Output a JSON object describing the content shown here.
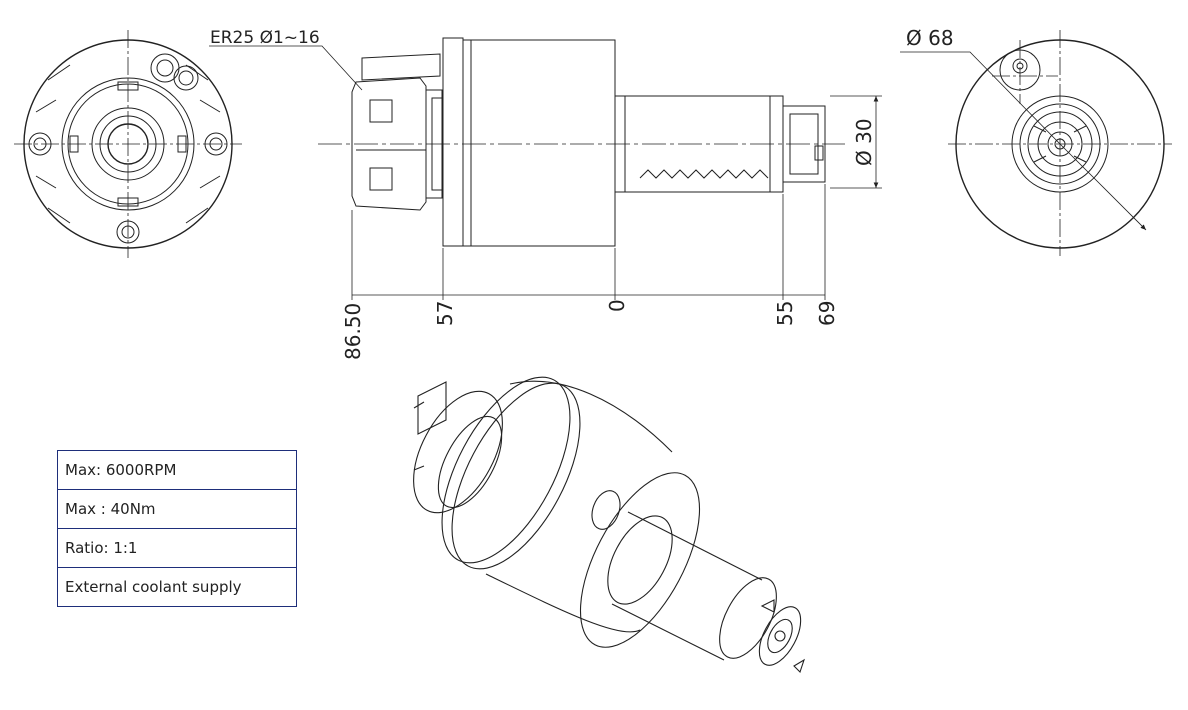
{
  "labels": {
    "collet": "ER25 Ø1~16",
    "outer_diameter": "Ø 68",
    "shank_diameter": "Ø 30"
  },
  "dimensions": [
    "86.50",
    "57",
    "0",
    "55",
    "69"
  ],
  "specs": [
    "Max: 6000RPM",
    "Max : 40Nm",
    "Ratio:  1:1",
    "External coolant supply"
  ]
}
